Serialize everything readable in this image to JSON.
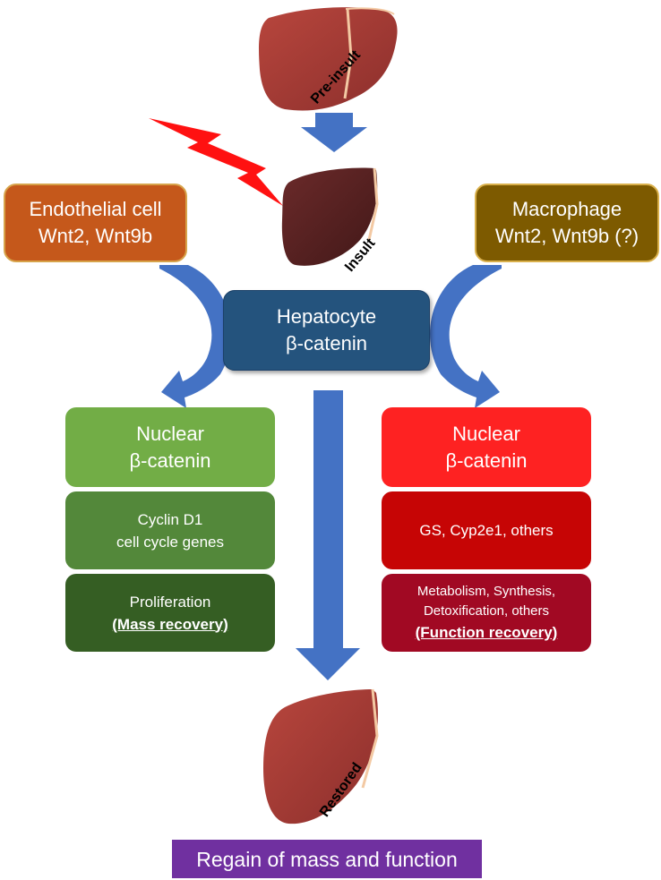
{
  "livers": {
    "pre_insult_label": "Pre-insult",
    "insult_label": "Insult",
    "restored_label": "Restored"
  },
  "endothelial": {
    "line1": "Endothelial  cell",
    "line2": "Wnt2,  Wnt9b"
  },
  "macrophage": {
    "line1": "Macrophage",
    "line2": "Wnt2,  Wnt9b  (?)"
  },
  "hepatocyte": {
    "line1": "Hepatocyte",
    "line2": "β-catenin"
  },
  "left_column": {
    "nuclear_line1": "Nuclear",
    "nuclear_line2": "β-catenin",
    "genes_line1": "Cyclin D1",
    "genes_line2": "cell cycle genes",
    "outcome_line1": "Proliferation",
    "outcome_line2": "(Mass recovery)"
  },
  "right_column": {
    "nuclear_line1": "Nuclear",
    "nuclear_line2": "β-catenin",
    "genes_line1": "GS, Cyp2e1, others",
    "outcome_line1": "Metabolism, Synthesis,",
    "outcome_line2": "Detoxification, others",
    "outcome_line3": "(Function recovery)"
  },
  "result": {
    "label": "Regain of mass and function"
  },
  "colors": {
    "arrow_blue": "#4472c4",
    "liver_normal": "#a33b35",
    "liver_injured": "#5a2222",
    "lightning": "#ff1111",
    "endothelial": "#c5581b",
    "macrophage": "#7d5a00",
    "hepatocyte": "#24537d",
    "green_1": "#72ad46",
    "green_2": "#53883a",
    "green_3": "#355e23",
    "red_1": "#fe2222",
    "red_2": "#c60505",
    "red_3": "#a10923",
    "result": "#7030a0"
  }
}
